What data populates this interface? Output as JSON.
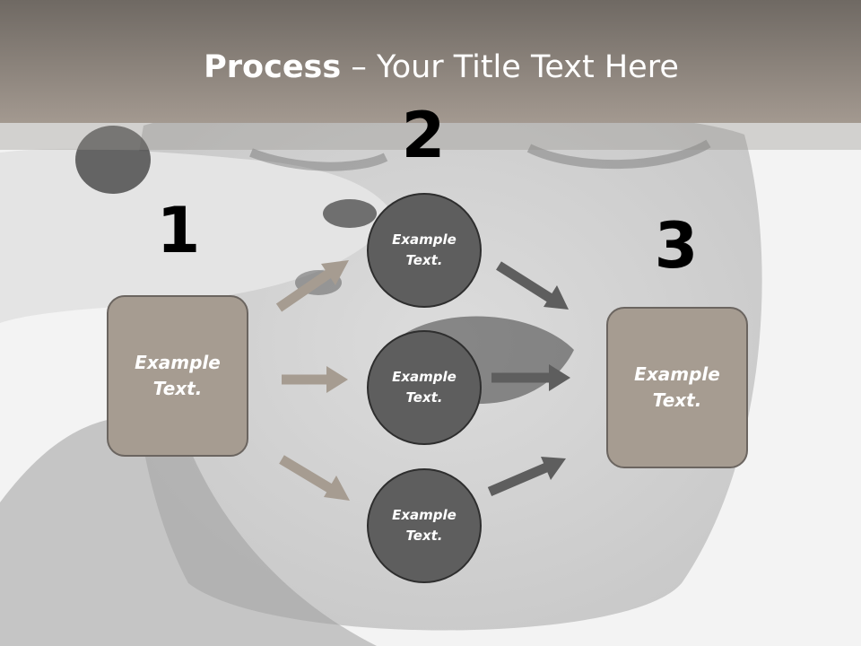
{
  "slide": {
    "title_bold": "Process",
    "title_rest": " – Your Title Text Here"
  },
  "steps": {
    "one": "1",
    "two": "2",
    "three": "3"
  },
  "boxes": {
    "left": "Example Text.",
    "right": "Example Text."
  },
  "circles": {
    "top": "Example Text.",
    "middle": "Example Text.",
    "bottom": "Example Text."
  },
  "colors": {
    "header": "#8c8279",
    "box_fill": "#a69c91",
    "circle_fill": "#5e5e5e",
    "left_arrow": "#a69c91",
    "right_arrow": "#5e5e5e"
  }
}
